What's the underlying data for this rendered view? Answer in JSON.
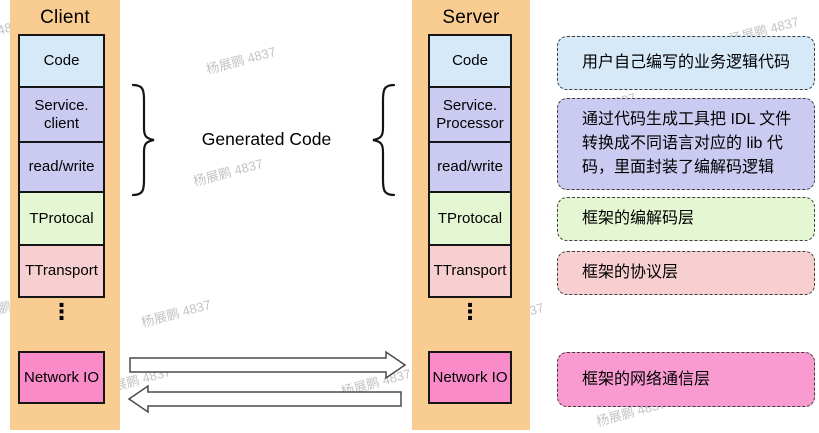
{
  "watermark": {
    "text": "杨展鹏 4837"
  },
  "client": {
    "title": "Client",
    "boxes": [
      "Code",
      "Service.\nclient",
      "read/write",
      "TProtocal",
      "TTransport"
    ],
    "ellipsis": "⋮",
    "network": "Network IO"
  },
  "server": {
    "title": "Server",
    "boxes": [
      "Code",
      "Service.\nProcessor",
      "read/write",
      "TProtocal",
      "TTransport"
    ],
    "ellipsis": "⋮",
    "network": "Network IO"
  },
  "center": {
    "label": "Generated Code"
  },
  "annotations": [
    {
      "id": "user-code-note",
      "text": "用户自己编写的业务逻辑代码"
    },
    {
      "id": "generated-lib-note",
      "text": "通过代码生成工具把 IDL 文件\n转换成不同语言对应的 lib 代\n码，里面封装了编解码逻辑"
    },
    {
      "id": "codec-layer-note",
      "text": "框架的编解码层"
    },
    {
      "id": "protocol-layer-note",
      "text": "框架的协议层"
    },
    {
      "id": "network-layer-note",
      "text": "框架的网络通信层"
    }
  ],
  "colors": {
    "panel_orange": "#F9CD92",
    "code_blue": "#D6E9F8",
    "lib_lavender": "#CBCBF1",
    "protocol_green": "#E4F7D2",
    "transport_pink": "#F8CFD0",
    "network_hot_pink": "#F98CC8",
    "arrow_outline": "#4a4a4a"
  }
}
